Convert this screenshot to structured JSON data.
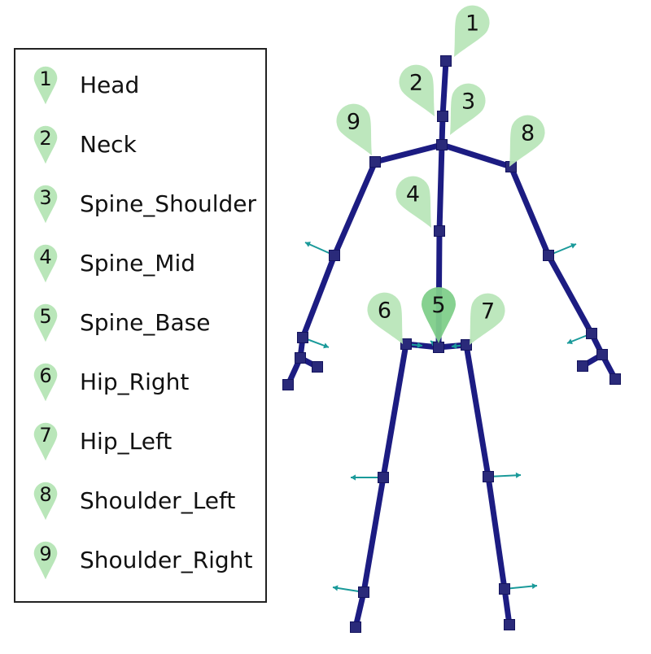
{
  "colors": {
    "bone": "#1c1c82",
    "joint": "#2a2a7a",
    "pin": "#b9e6b9",
    "pin_highlight": "#7fcf8a",
    "axis": "#1a9a9a",
    "border": "#222222"
  },
  "legend": [
    {
      "num": "1",
      "label": "Head"
    },
    {
      "num": "2",
      "label": "Neck"
    },
    {
      "num": "3",
      "label": "Spine_Shoulder"
    },
    {
      "num": "4",
      "label": "Spine_Mid"
    },
    {
      "num": "5",
      "label": "Spine_Base"
    },
    {
      "num": "6",
      "label": "Hip_Right"
    },
    {
      "num": "7",
      "label": "Hip_Left"
    },
    {
      "num": "8",
      "label": "Shoulder_Left"
    },
    {
      "num": "9",
      "label": "Shoulder_Right"
    }
  ],
  "markers": [
    {
      "num": "1",
      "joint": "head"
    },
    {
      "num": "2",
      "joint": "neck"
    },
    {
      "num": "3",
      "joint": "spine_shoulder"
    },
    {
      "num": "4",
      "joint": "spine_mid"
    },
    {
      "num": "5",
      "joint": "spine_base",
      "highlighted": true
    },
    {
      "num": "6",
      "joint": "hip_right"
    },
    {
      "num": "7",
      "joint": "hip_left"
    },
    {
      "num": "8",
      "joint": "shoulder_left"
    },
    {
      "num": "9",
      "joint": "shoulder_right"
    }
  ]
}
